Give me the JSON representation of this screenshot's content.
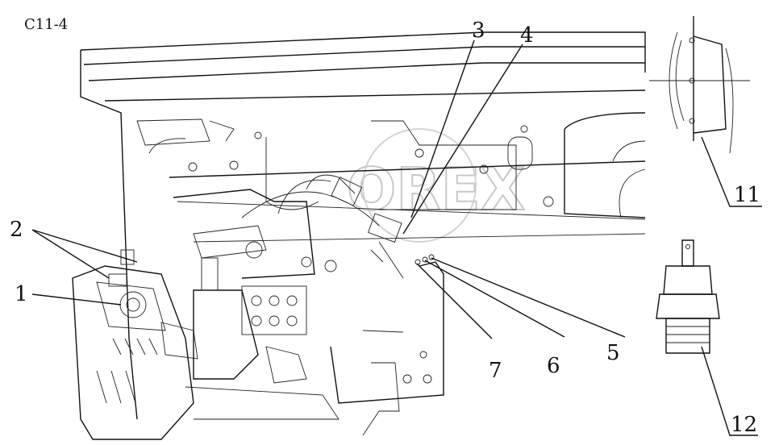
{
  "diagram": {
    "caption": "C11-4",
    "watermark": "OREX",
    "callouts": [
      {
        "id": "1",
        "label": "1"
      },
      {
        "id": "2",
        "label": "2"
      },
      {
        "id": "3",
        "label": "3"
      },
      {
        "id": "4",
        "label": "4"
      },
      {
        "id": "5",
        "label": "5"
      },
      {
        "id": "6",
        "label": "6"
      },
      {
        "id": "7",
        "label": "7"
      },
      {
        "id": "11",
        "label": "11"
      },
      {
        "id": "12",
        "label": "12"
      }
    ]
  }
}
